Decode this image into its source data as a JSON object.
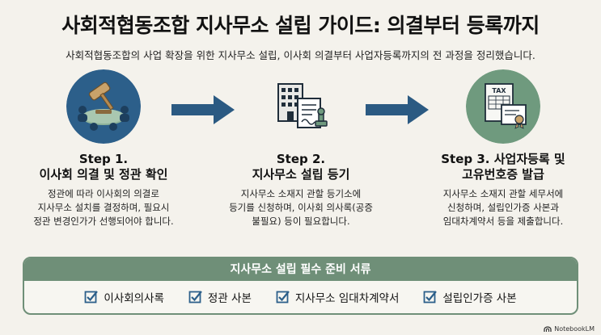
{
  "title": "사회적협동조합 지사무소 설립 가이드: 의결부터 등록까지",
  "subtitle": "사회적협동조합의 사업 확장을 위한 지사무소 설립, 이사회 의결부터 사업자등록까지의 전 과정을 정리했습니다.",
  "steps": [
    {
      "label": "Step 1.",
      "title": "이사회 의결 및 정관 확인",
      "desc": [
        "정관에 따라 이사회의 의결로",
        "지사무소 설치를 결정하며, 필요시",
        "정관 변경인가가 선행되어야 합니다."
      ],
      "icon": "gavel-meeting-icon",
      "color": "#2c5f8a"
    },
    {
      "label": "Step 2.",
      "title": "지사무소 설립 등기",
      "desc": [
        "지사무소 소재지 관할 등기소에",
        "등기를 신청하며, 이사회 의사록(공증",
        "불필요) 등이 필요합니다."
      ],
      "icon": "building-document-icon",
      "color": "#f4f2ec"
    },
    {
      "label": "Step 3. 사업자등록 및",
      "title": "고유번호증 발급",
      "desc": [
        "지사무소 소재지 관할 세무서에",
        "신청하며, 설립인가증 사본과",
        "임대차계약서 등을 제출합니다."
      ],
      "icon": "tax-certificate-icon",
      "color": "#6f9a7e",
      "tax_text": "TAX"
    }
  ],
  "documents": {
    "header": "지사무소 설립 필수 준비 서류",
    "items": [
      "이사회의사록",
      "정관 사본",
      "지사무소 임대차계약서",
      "설립인가증 사본"
    ]
  },
  "brand": "NotebookLM",
  "colors": {
    "arrow": "#2b5a82",
    "green": "#6f8f78",
    "blue": "#2c5f8a"
  }
}
